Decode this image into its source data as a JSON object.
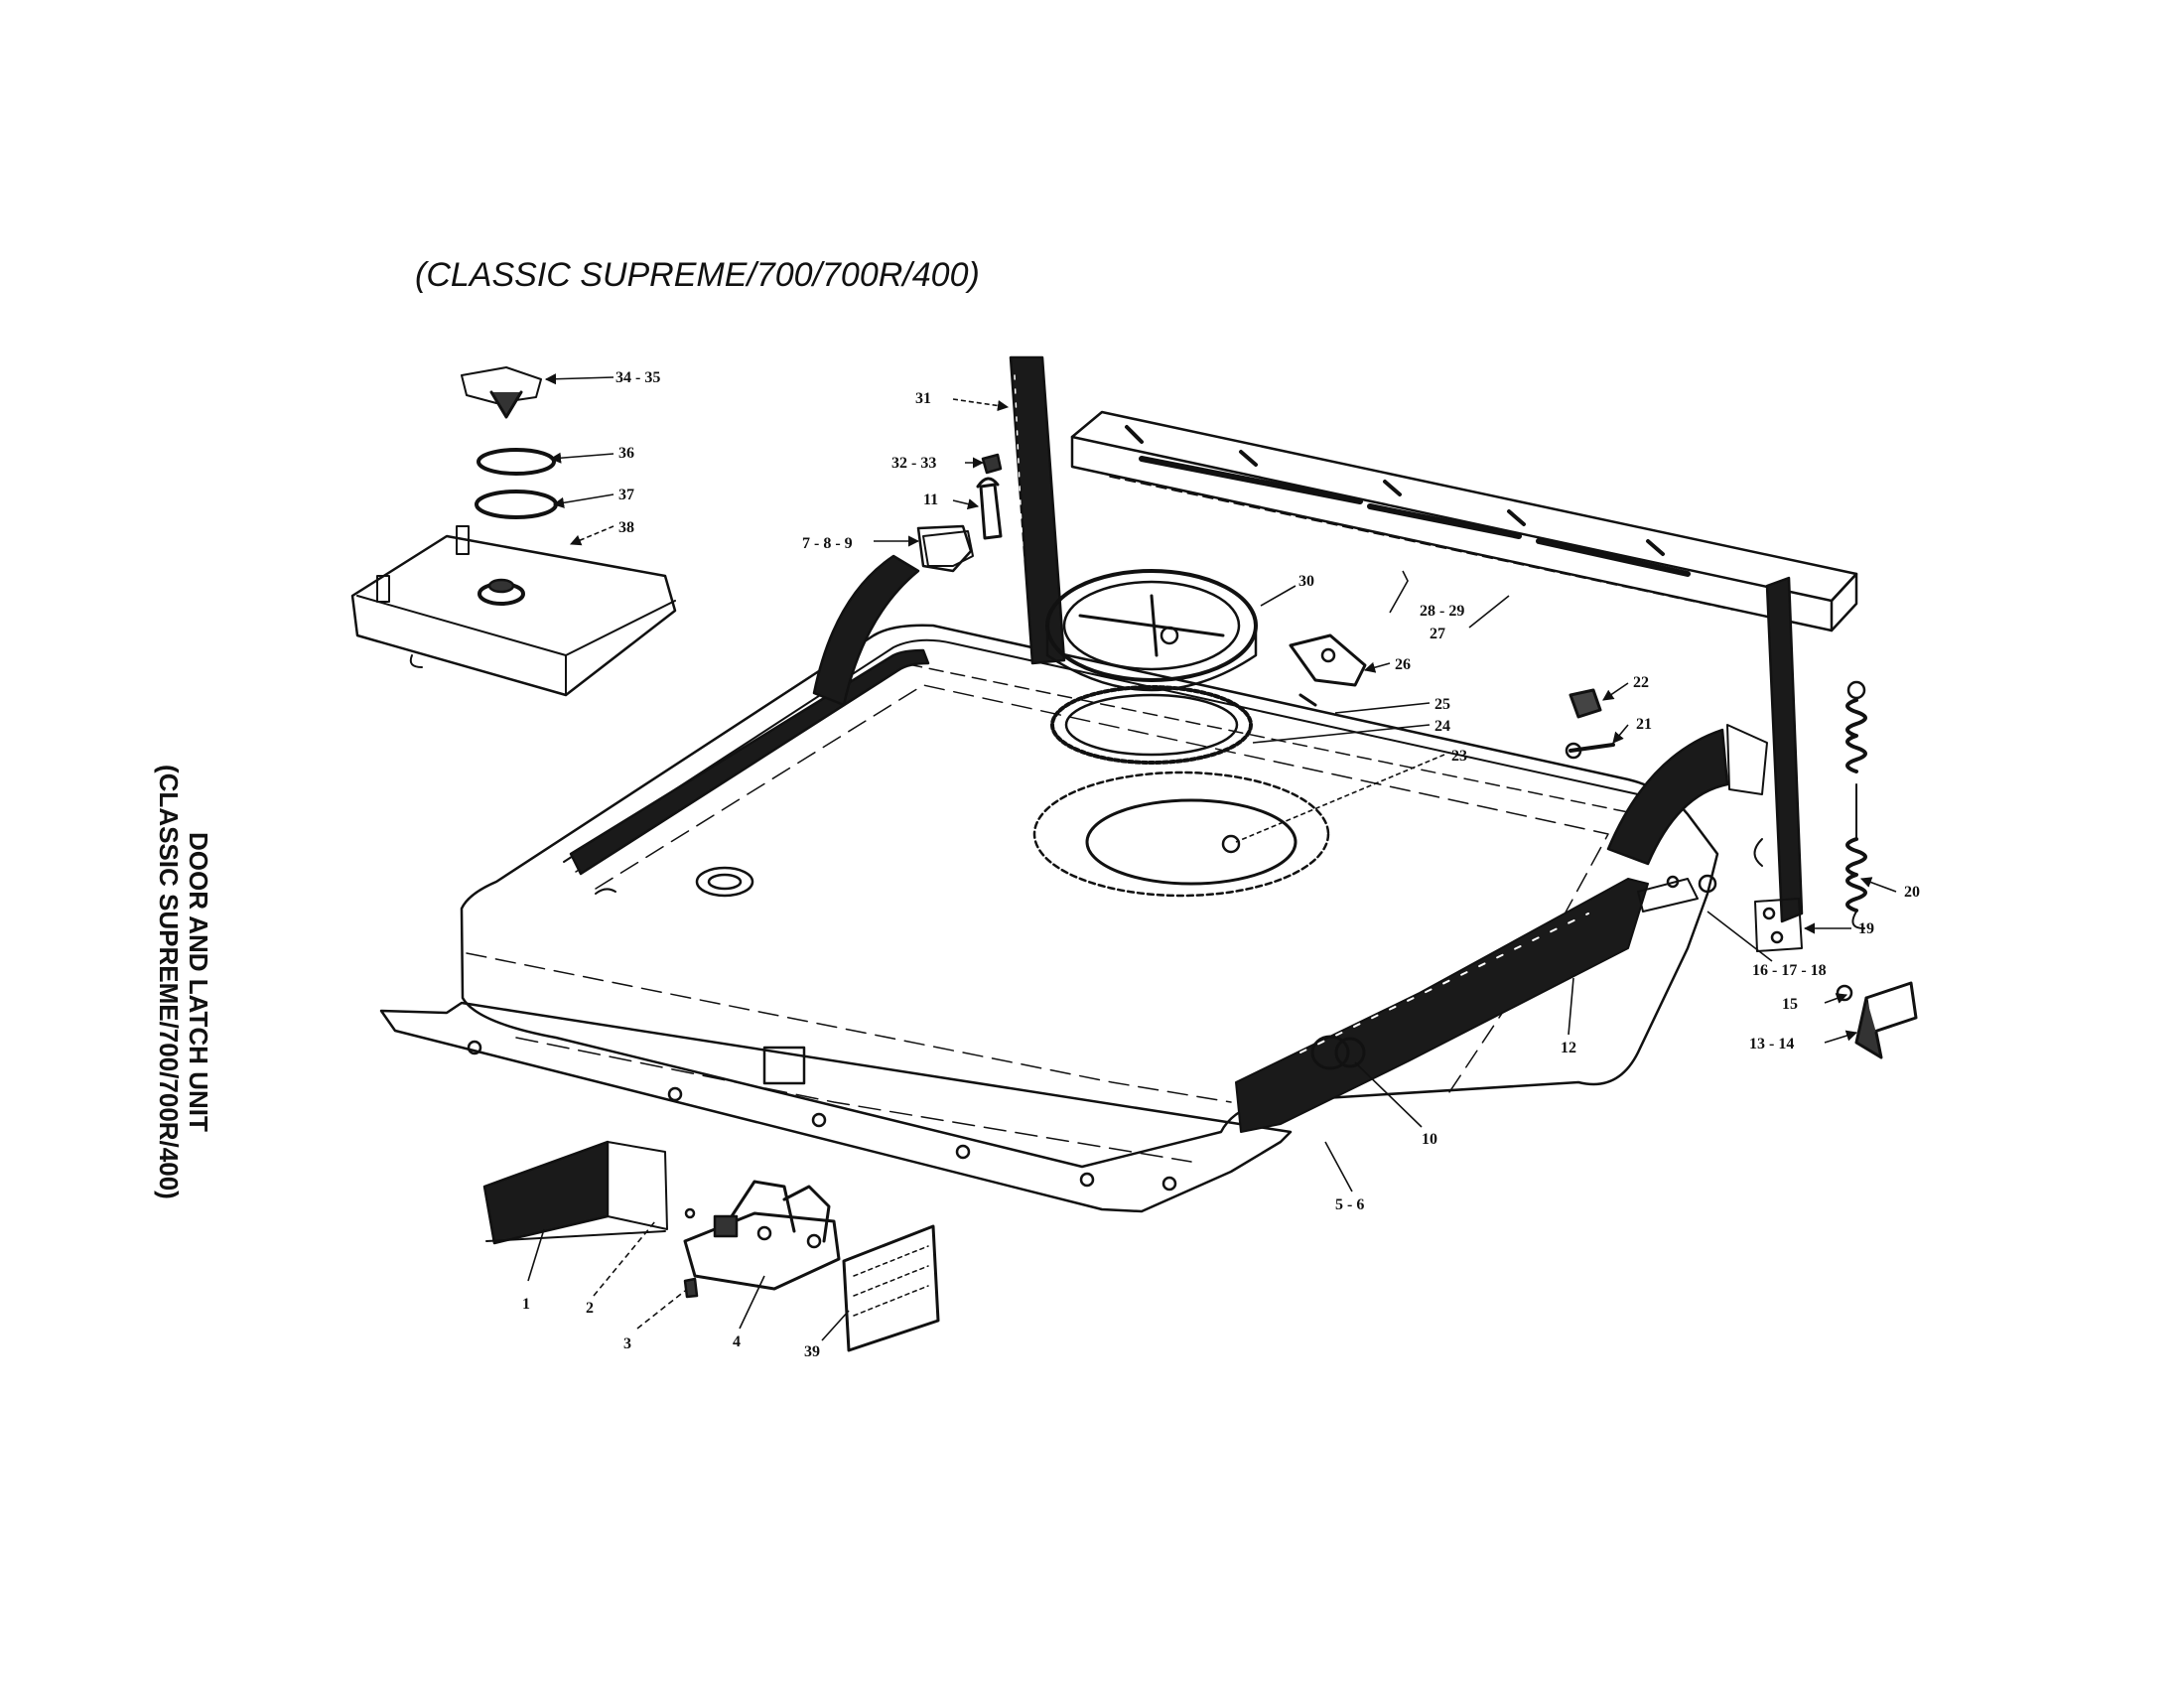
{
  "title": "(CLASSIC SUPREME/700/700R/400)",
  "side_title": {
    "line1": "DOOR AND LATCH UNIT",
    "line2": "(CLASSIC SUPREME/700/700R/400)"
  },
  "callouts": {
    "c1": "1",
    "c2": "2",
    "c3": "3",
    "c4": "4",
    "c5_6": "5 - 6",
    "c7_8_9": "7 - 8 - 9",
    "c10": "10",
    "c11": "11",
    "c12": "12",
    "c13_14": "13 - 14",
    "c15": "15",
    "c16_17_18": "16 - 17 - 18",
    "c19": "19",
    "c20": "20",
    "c21": "21",
    "c22": "22",
    "c23": "23",
    "c24": "24",
    "c25": "25",
    "c26": "26",
    "c27": "27",
    "c28_29": "28 - 29",
    "c30": "30",
    "c31": "31",
    "c32_33": "32 - 33",
    "c34_35": "34 - 35",
    "c36": "36",
    "c37": "37",
    "c38": "38",
    "c39": "39"
  }
}
